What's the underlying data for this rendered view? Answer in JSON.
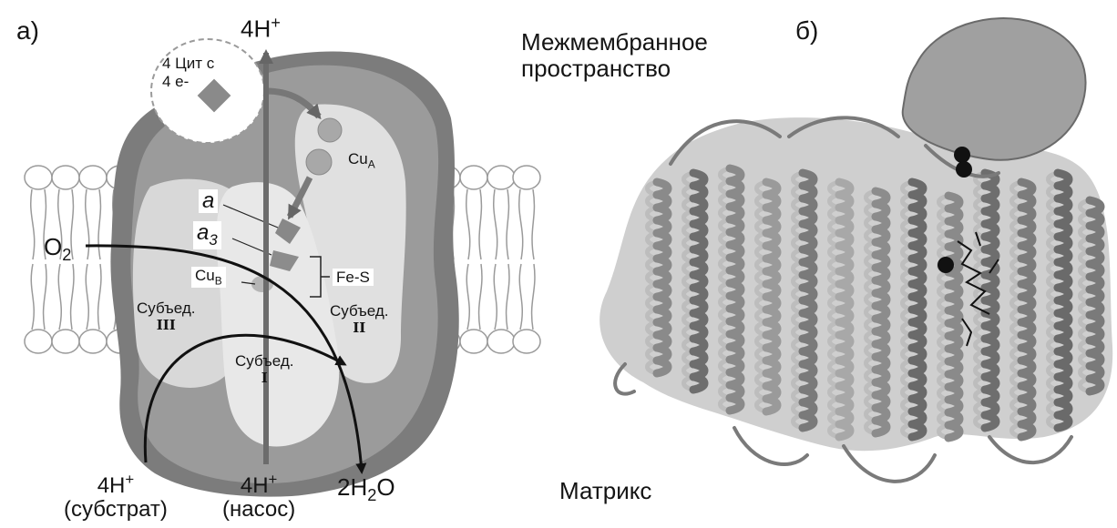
{
  "panel_a": {
    "label": "а)",
    "top_proton": {
      "base": "4H",
      "sup": "+"
    },
    "cyt_c": {
      "line1": "4 Цит с",
      "line2": "4 е-"
    },
    "cu_a": {
      "base": "Cu",
      "sub": "A"
    },
    "heme_a": "a",
    "heme_a3": {
      "base": "a",
      "sub": "3"
    },
    "cu_b": {
      "base": "Cu",
      "sub": "B"
    },
    "fe_s": "Fe-S",
    "oxygen": {
      "base": "O",
      "sub": "2"
    },
    "subunit_iii": {
      "line1": "Субъед.",
      "line2": "III"
    },
    "subunit_ii": {
      "line1": "Субъед.",
      "line2": "II"
    },
    "subunit_i": {
      "line1": "Субъед.",
      "line2": "I"
    },
    "substrate_proton": {
      "base": "4H",
      "sup": "+",
      "caption": "(субстрат)"
    },
    "pump_proton": {
      "base": "4H",
      "sup": "+",
      "caption": "(насос)"
    },
    "water": {
      "pre": "2H",
      "sub": "2",
      "post": "O"
    }
  },
  "panel_b": {
    "label": "б)"
  },
  "regions": {
    "intermembrane": {
      "line1": "Межмембранное",
      "line2": "пространство"
    },
    "matrix": "Матрикс"
  }
}
